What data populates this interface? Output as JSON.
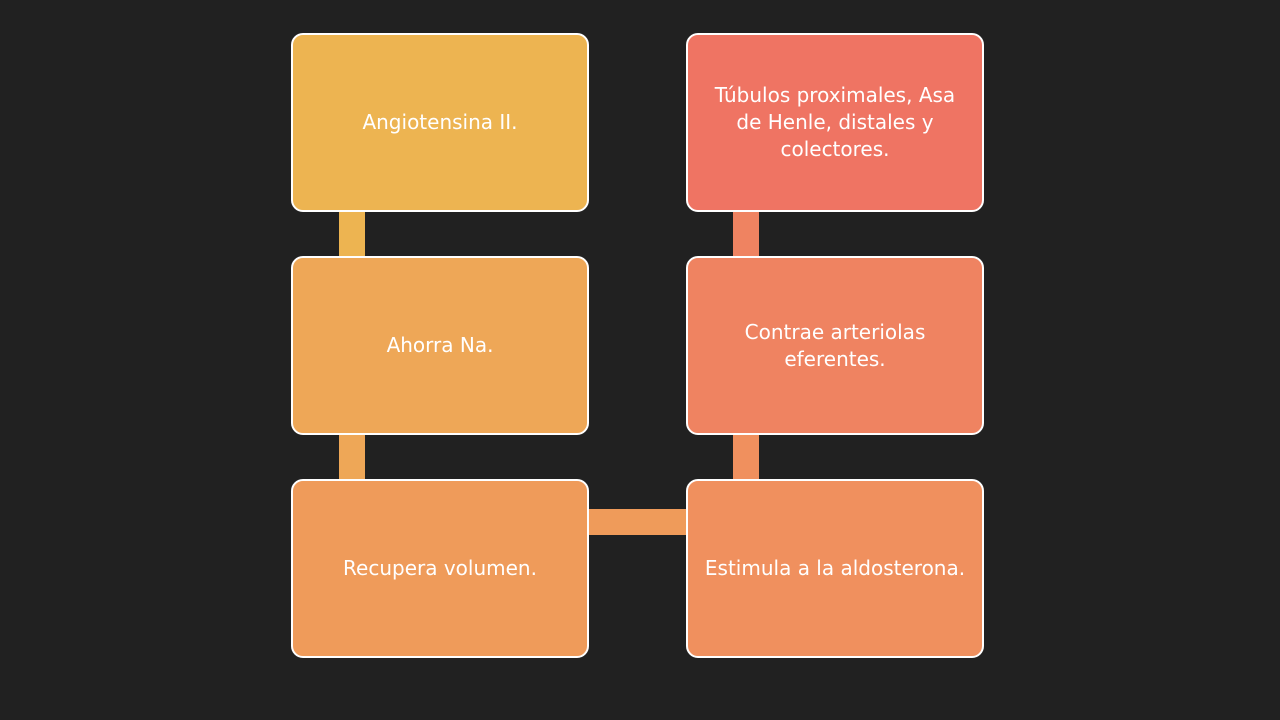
{
  "diagram": {
    "nodes": [
      {
        "id": "n1",
        "label": "Angiotensina II.",
        "color": "#EDB451"
      },
      {
        "id": "n2",
        "label": "Ahorra Na.",
        "color": "#EEA757"
      },
      {
        "id": "n3",
        "label": "Recupera volumen.",
        "color": "#EF9B5A"
      },
      {
        "id": "n4",
        "label": "Estimula a la aldosterona.",
        "color": "#F0905E"
      },
      {
        "id": "n5",
        "label": "Contrae arteriolas eferentes.",
        "color": "#EF8361"
      },
      {
        "id": "n6",
        "label": "Túbulos proximales, Asa de Henle, distales y colectores.",
        "color": "#EF7463"
      }
    ],
    "edges": [
      {
        "from": "n1",
        "to": "n2",
        "color": "#EDB451"
      },
      {
        "from": "n2",
        "to": "n3",
        "color": "#EEA757"
      },
      {
        "from": "n3",
        "to": "n4",
        "color": "#EF9B5A"
      },
      {
        "from": "n4",
        "to": "n5",
        "color": "#F0905E"
      },
      {
        "from": "n5",
        "to": "n6",
        "color": "#EF8361"
      }
    ],
    "background": "#212121"
  }
}
